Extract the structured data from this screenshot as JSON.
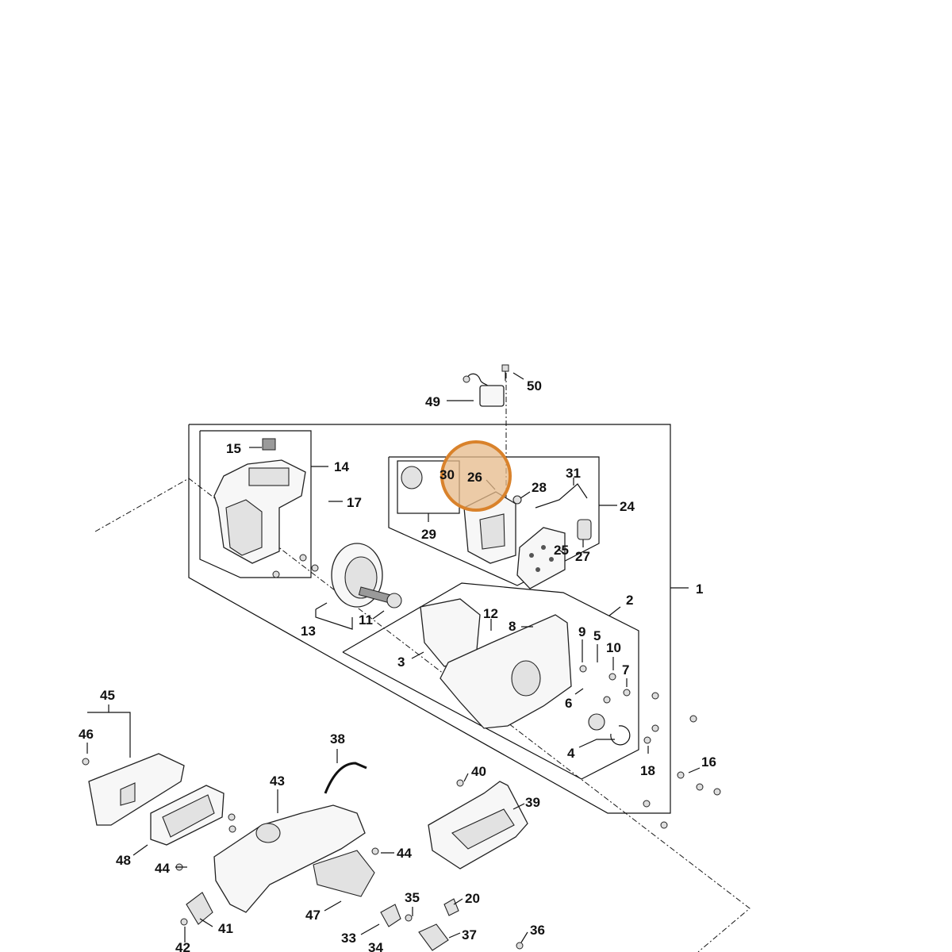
{
  "highlight_color": "#d9822b",
  "highlighted_callout": "26",
  "callouts": {
    "c1": "1",
    "c2": "2",
    "c3": "3",
    "c4": "4",
    "c5": "5",
    "c6": "6",
    "c7": "7",
    "c8": "8",
    "c9": "9",
    "c10": "10",
    "c11": "11",
    "c12": "12",
    "c13": "13",
    "c14": "14",
    "c15": "15",
    "c16": "16",
    "c17": "17",
    "c18": "18",
    "c20": "20",
    "c24": "24",
    "c25": "25",
    "c26": "26",
    "c27": "27",
    "c28": "28",
    "c29": "29",
    "c30": "30",
    "c31": "31",
    "c33": "33",
    "c34": "34",
    "c35": "35",
    "c36": "36",
    "c37": "37",
    "c38": "38",
    "c39": "39",
    "c40": "40",
    "c41": "41",
    "c42": "42",
    "c43": "43",
    "c44a": "44",
    "c44b": "44",
    "c45": "45",
    "c46": "46",
    "c47": "47",
    "c48": "48",
    "c49": "49",
    "c50": "50"
  }
}
